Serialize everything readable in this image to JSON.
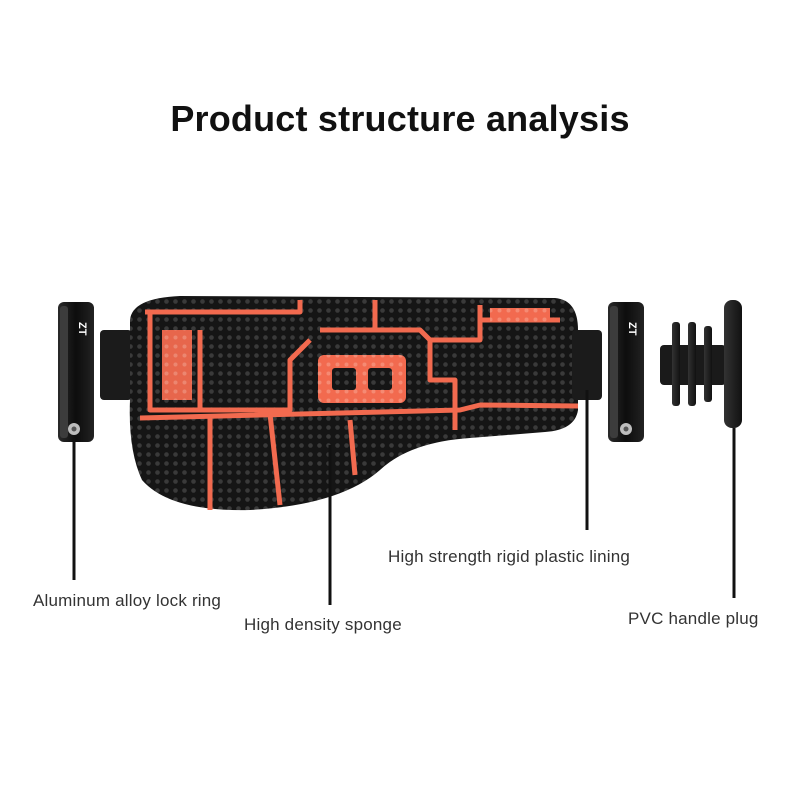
{
  "title": "Product structure analysis",
  "brand_mark": "ZT",
  "labels": {
    "lock_ring": "Aluminum alloy lock ring",
    "sponge": "High density sponge",
    "lining": "High strength rigid plastic lining",
    "plug": "PVC handle plug"
  },
  "colors": {
    "grip_black": "#151515",
    "grip_orange": "#f26a4f",
    "background": "#ffffff",
    "text": "#333333"
  }
}
